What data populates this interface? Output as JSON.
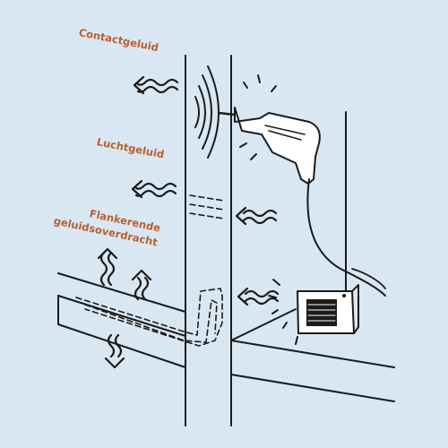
{
  "colors": {
    "background": "#d9e7f3",
    "ink": "#1b1b1b",
    "label": "#b8602d"
  },
  "labels": {
    "contact": "Contactgeluid",
    "airborne": "Luchtgeluid",
    "flanking_line1": "Flankerende",
    "flanking_line2": "geluidsoverdracht"
  },
  "icons": [
    "drill-icon",
    "radio-icon",
    "sound-wave-arrow-icon"
  ]
}
